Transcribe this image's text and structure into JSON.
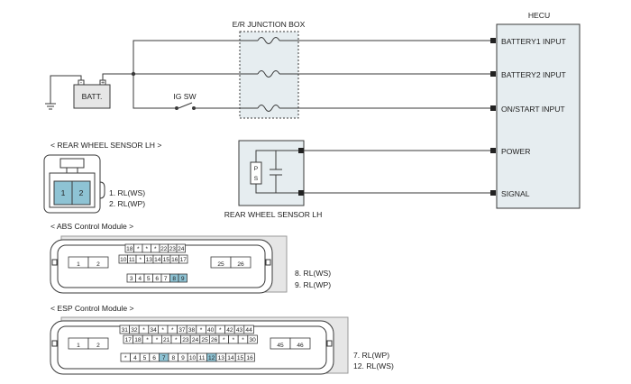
{
  "junction_box": {
    "title": "E/R JUNCTION BOX"
  },
  "hecu": {
    "title": "HECU",
    "inputs": [
      "BATTERY1 INPUT",
      "BATTERY2 INPUT",
      "ON/START INPUT",
      "POWER",
      "SIGNAL"
    ]
  },
  "battery": {
    "label": "BATT."
  },
  "ig_switch": {
    "label": "IG SW"
  },
  "wheel_sensor": {
    "heading": "< REAR WHEEL SENSOR LH >",
    "label": "REAR WHEEL SENSOR LH",
    "ps": [
      "P",
      "S"
    ],
    "pins": [
      "1",
      "2"
    ],
    "pinout": [
      "1. RL(WS)",
      "2. RL(WP)"
    ]
  },
  "abs_module": {
    "heading": "< ABS Control Module >",
    "left_pins": [
      "1",
      "2"
    ],
    "top_row": [
      "18",
      "*",
      "*",
      "*",
      "22",
      "23",
      "24"
    ],
    "mid_row": [
      "10",
      "11",
      "*",
      "13",
      "14",
      "15",
      "16",
      "17"
    ],
    "right_pins": [
      "25",
      "26"
    ],
    "bottom_row": [
      "3",
      "4",
      "5",
      "6",
      "7",
      "8",
      "9"
    ],
    "highlight": [
      "8",
      "9"
    ],
    "pinout": [
      "8. RL(WS)",
      "9. RL(WP)"
    ]
  },
  "esp_module": {
    "heading": "< ESP Control Module >",
    "left_pins": [
      "1",
      "2"
    ],
    "row1": [
      "31",
      "32",
      "*",
      "34",
      "*",
      "*",
      "37",
      "38",
      "*",
      "40",
      "*",
      "42",
      "43",
      "44"
    ],
    "row2": [
      "17",
      "18",
      "*",
      "*",
      "21",
      "*",
      "23",
      "24",
      "25",
      "26",
      "*",
      "*",
      "*",
      "30"
    ],
    "right_pins": [
      "45",
      "46"
    ],
    "row3": [
      "*",
      "4",
      "5",
      "6",
      "7",
      "8",
      "9",
      "10",
      "11",
      "12",
      "13",
      "14",
      "15",
      "16"
    ],
    "highlight": [
      "7",
      "12"
    ],
    "pinout": [
      "7. RL(WP)",
      "12. RL(WS)"
    ]
  },
  "colors": {
    "wire": "#3a3a3a",
    "pin_highlight": "#8ec3d4",
    "module_fill": "#e6e6e6",
    "box_fill": "#e6edf0"
  }
}
